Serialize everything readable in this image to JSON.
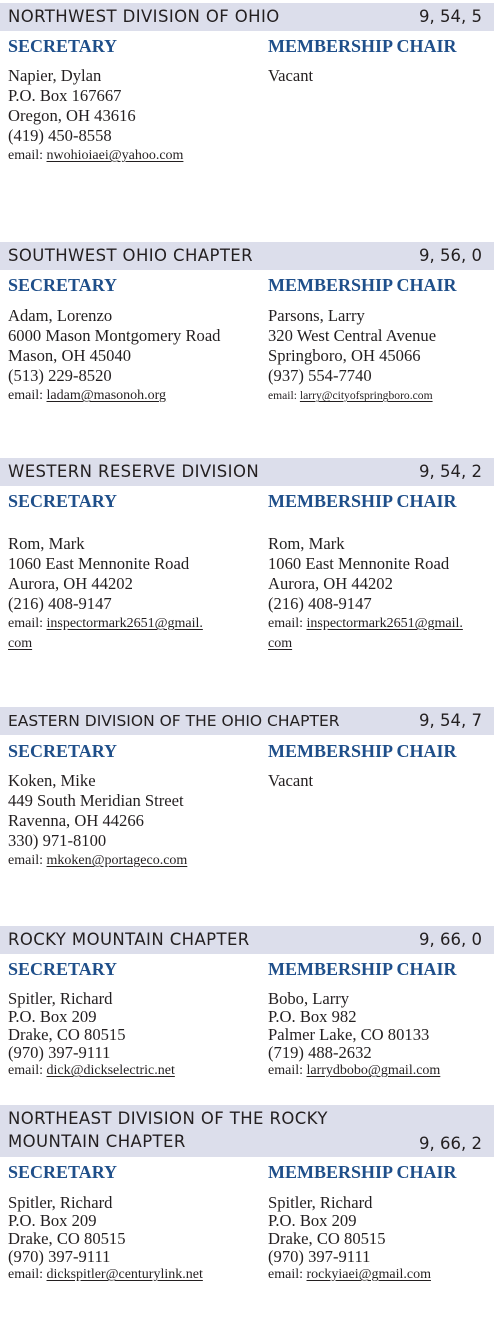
{
  "sections": [
    {
      "title": "NORTHWEST DIVISION OF OHIO",
      "code": "9, 54, 5",
      "secretary_heading": "SECRETARY",
      "membership_heading": "MEMBERSHIP CHAIR",
      "secretary": {
        "name": "Napier, Dylan",
        "address1": "P.O. Box 167667",
        "address2": "Oregon, OH 43616",
        "phone": "(419) 450-8558",
        "email_label": "email:",
        "email": "nwohioiaei@yahoo.com"
      },
      "membership": {
        "name": "Vacant"
      }
    },
    {
      "title": "SOUTHWEST OHIO CHAPTER",
      "code": "9, 56, 0",
      "secretary_heading": "SECRETARY",
      "membership_heading": "MEMBERSHIP CHAIR",
      "secretary": {
        "name": "Adam, Lorenzo",
        "address1": "6000 Mason Montgomery Road",
        "address2": "Mason, OH 45040",
        "phone": "(513) 229-8520",
        "email_label": "email:",
        "email": "ladam@masonoh.org"
      },
      "membership": {
        "name": "Parsons, Larry",
        "address1": "320 West Central Avenue",
        "address2": "Springboro, OH 45066",
        "phone": "(937) 554-7740",
        "email_label": "email:",
        "email": "larry@cityofspringboro.com"
      }
    },
    {
      "title": "WESTERN RESERVE DIVISION",
      "code": "9, 54, 2",
      "secretary_heading": "SECRETARY",
      "membership_heading": "MEMBERSHIP CHAIR",
      "secretary": {
        "name": "Rom, Mark",
        "address1": "1060 East Mennonite Road",
        "address2": "Aurora, OH 44202",
        "phone": "(216) 408-9147",
        "email_label": "email:",
        "email_part1": "inspectormark2651@gmail.",
        "email_part2": "com"
      },
      "membership": {
        "name": "Rom, Mark",
        "address1": "1060 East Mennonite Road",
        "address2": "Aurora, OH 44202",
        "phone": "(216) 408-9147",
        "email_label": "email:",
        "email_part1": "inspectormark2651@gmail.",
        "email_part2": "com"
      }
    },
    {
      "title": "EASTERN DIVISION OF THE OHIO CHAPTER",
      "code": "9, 54, 7",
      "secretary_heading": "SECRETARY",
      "membership_heading": "MEMBERSHIP CHAIR",
      "secretary": {
        "name": "Koken, Mike",
        "address1": "449 South Meridian Street",
        "address2": "Ravenna, OH 44266",
        "phone": "330) 971-8100",
        "email_label": "email:",
        "email": "mkoken@portageco.com"
      },
      "membership": {
        "name": "Vacant"
      }
    },
    {
      "title": "ROCKY MOUNTAIN CHAPTER",
      "code": "9, 66, 0",
      "secretary_heading": "SECRETARY",
      "membership_heading": "MEMBERSHIP CHAIR",
      "secretary": {
        "name": "Spitler, Richard",
        "address1": "P.O. Box 209",
        "address2": "Drake, CO 80515",
        "phone": "(970) 397-9111",
        "email_label": "email:",
        "email": "dick@dickselectric.net"
      },
      "membership": {
        "name": "Bobo, Larry",
        "address1": "P.O. Box 982",
        "address2": "Palmer Lake, CO 80133",
        "phone": "(719) 488-2632",
        "email_label": "email:",
        "email": "larrydbobo@gmail.com"
      }
    },
    {
      "title_line1": "NORTHEAST  DIVISION OF THE ROCKY",
      "title_line2": "MOUNTAIN CHAPTER",
      "code": "9, 66, 2",
      "secretary_heading": "SECRETARY",
      "membership_heading": "MEMBERSHIP CHAIR",
      "secretary": {
        "name": "Spitler, Richard",
        "address1": "P.O. Box 209",
        "address2": "Drake, CO 80515",
        "phone": "(970) 397-9111",
        "email_label": "email:",
        "email": "dickspitler@centurylink.net"
      },
      "membership": {
        "name": "Spitler, Richard",
        "address1": "P.O. Box 209",
        "address2": "Drake, CO 80515",
        "phone": "(970) 397-9111",
        "email_label": "email:",
        "email": "rockyiaei@gmail.com"
      }
    }
  ],
  "colors": {
    "header_bar": "#dcdeeb",
    "heading_blue": "#1f4f8a",
    "text": "#231f20"
  }
}
